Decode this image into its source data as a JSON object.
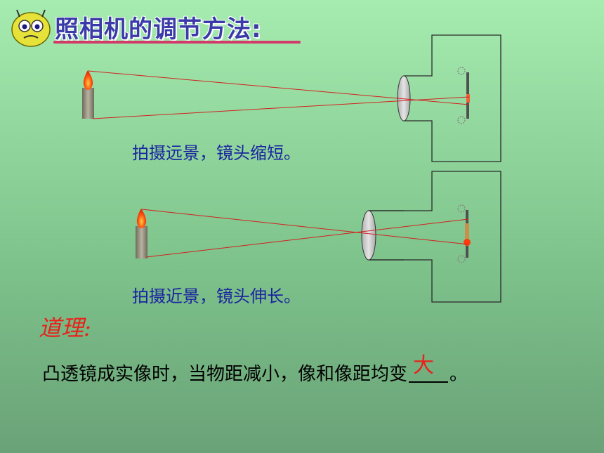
{
  "title": "照相机的调节方法:",
  "captions": {
    "far": "拍摄远景，镜头缩短。",
    "near": "拍摄近景，镜头伸长。"
  },
  "reason": {
    "label": "道理:",
    "prefix": "凸透镜成实像时，当物距减小，像和像距均变",
    "answer": "大",
    "suffix": "。"
  },
  "icons": [
    "face-logo-icon",
    "candle-icon",
    "camera-icon",
    "gear-icon",
    "lens-icon"
  ],
  "colors": {
    "title": "#3a3aa8",
    "caption": "#1a23a0",
    "reason_label": "#e8231b",
    "ray": "#d22020",
    "flame": "#ff3a10"
  }
}
